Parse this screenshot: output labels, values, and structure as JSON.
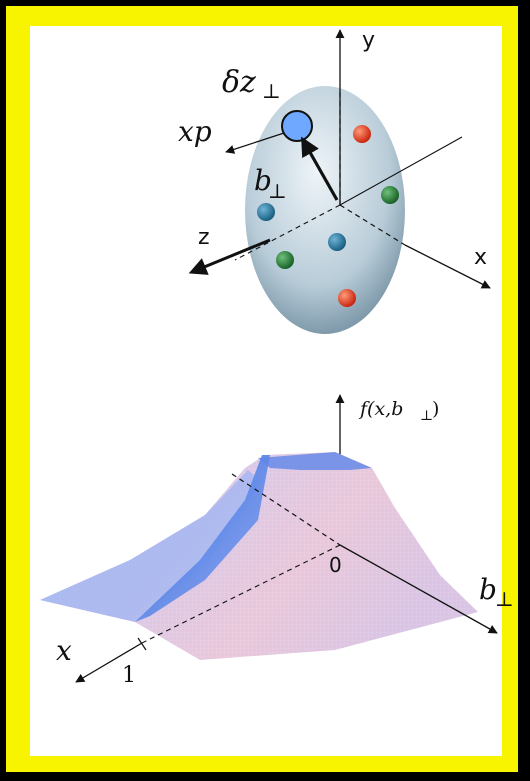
{
  "top_figure": {
    "label_delta_z": "δz",
    "label_delta_z_sub": "⊥",
    "label_xp": "xp",
    "label_b": "b",
    "label_b_sub": "⊥",
    "axis_y": "y",
    "axis_z": "z",
    "axis_x": "x"
  },
  "bottom_figure": {
    "label_f": "f(x,b",
    "label_f_sub": "⊥",
    "label_f_close": ")",
    "label_zero": "0",
    "label_one": "1",
    "axis_x": "x",
    "axis_b": "b",
    "axis_b_sub": "⊥"
  },
  "colors": {
    "frame_yellow": "#f8f400",
    "quark_red": "#e0361c",
    "quark_green": "#1f7a2f",
    "quark_blue": "#1f6e96",
    "probe_blue": "#6fa8ff"
  }
}
